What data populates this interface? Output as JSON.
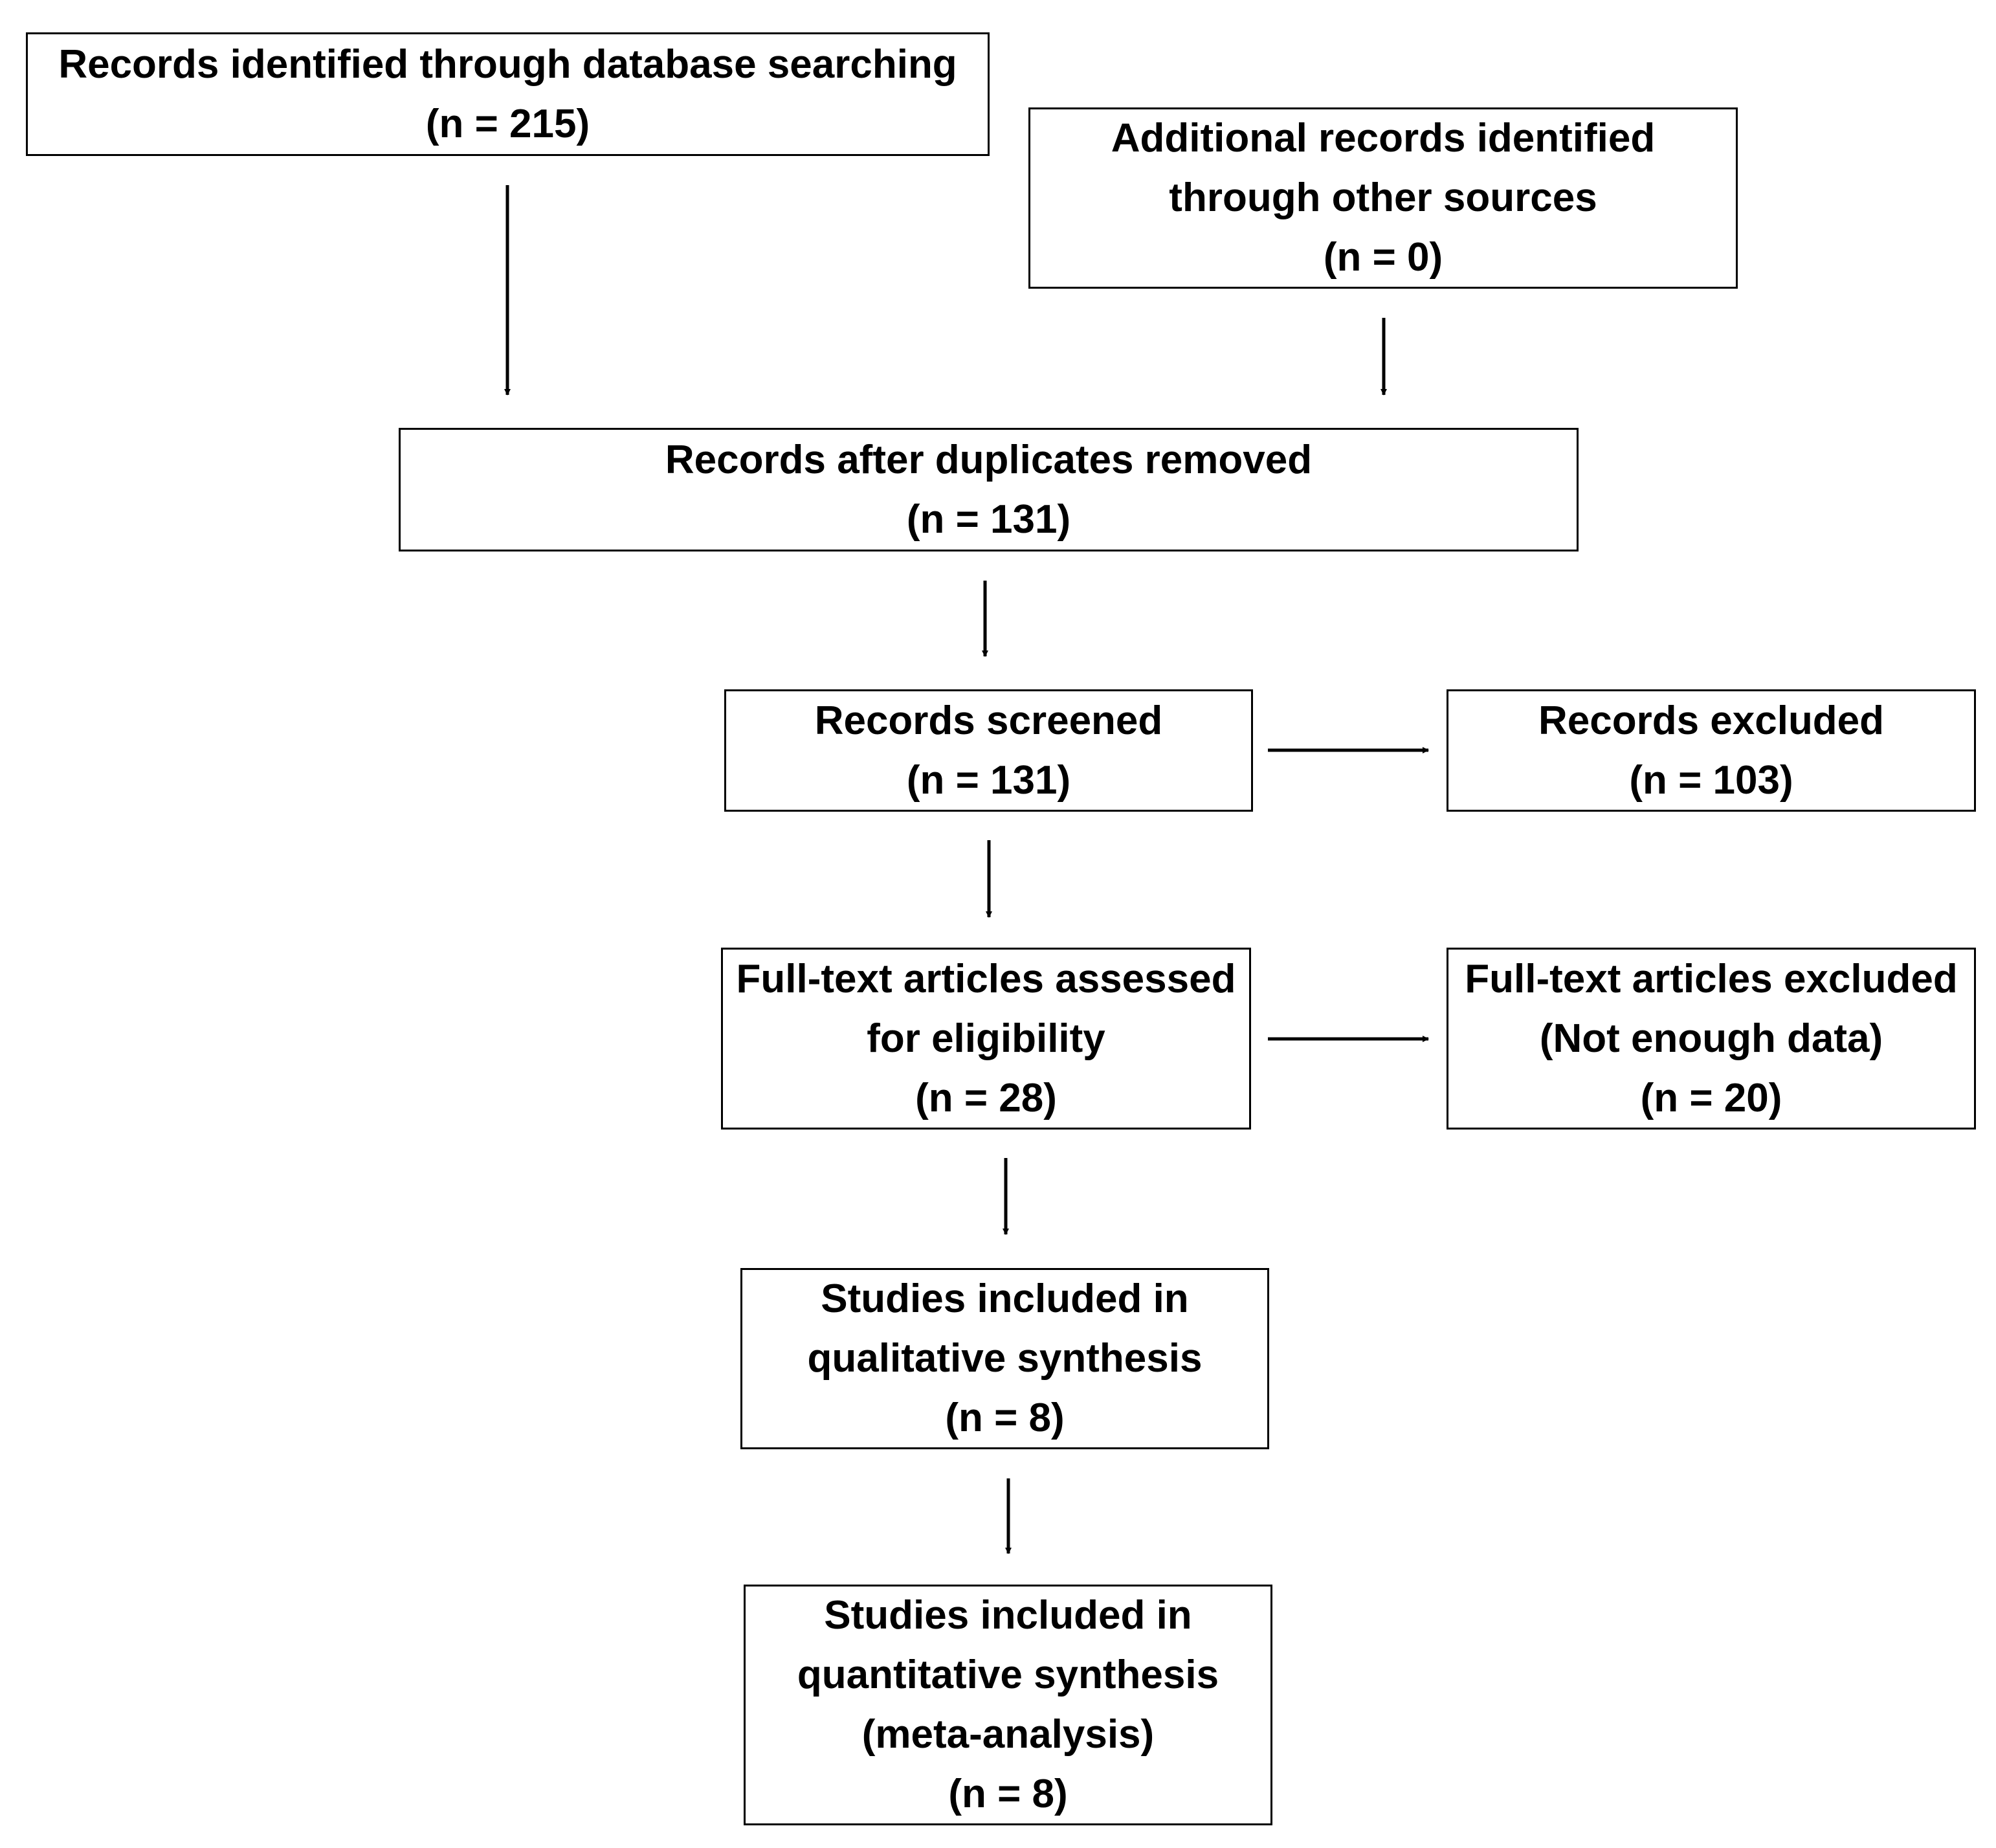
{
  "diagram": {
    "boxes": {
      "identified": {
        "lines": [
          "Records identified through database searching",
          "(n = 215)"
        ]
      },
      "additional": {
        "lines": [
          "Additional records identified",
          "through other sources",
          "(n = 0)"
        ]
      },
      "deduplicated": {
        "lines": [
          "Records after duplicates removed",
          "(n = 131)"
        ]
      },
      "screened": {
        "lines": [
          "Records screened",
          "(n = 131)"
        ]
      },
      "excluded": {
        "lines": [
          "Records excluded",
          "(n = 103)"
        ]
      },
      "fulltext": {
        "lines": [
          "Full-text articles assessed",
          "for eligibility",
          "(n = 28)"
        ]
      },
      "fulltext_excluded": {
        "lines": [
          "Full-text articles excluded",
          "(Not enough data)",
          "(n = 20)"
        ]
      },
      "qualitative": {
        "lines": [
          "Studies included in",
          "qualitative synthesis",
          "(n = 8)"
        ]
      },
      "quantitative": {
        "lines": [
          "Studies included in",
          "quantitative synthesis",
          "(meta-analysis)",
          "(n = 8)"
        ]
      }
    },
    "arrows": [
      {
        "from": "identified",
        "to": "deduplicated"
      },
      {
        "from": "additional",
        "to": "deduplicated"
      },
      {
        "from": "deduplicated",
        "to": "screened"
      },
      {
        "from": "screened",
        "to": "excluded"
      },
      {
        "from": "screened",
        "to": "fulltext"
      },
      {
        "from": "fulltext",
        "to": "fulltext_excluded"
      },
      {
        "from": "fulltext",
        "to": "qualitative"
      },
      {
        "from": "qualitative",
        "to": "quantitative"
      }
    ],
    "colors": {
      "line": "#000000",
      "background": "#ffffff",
      "text": "#000000"
    }
  }
}
